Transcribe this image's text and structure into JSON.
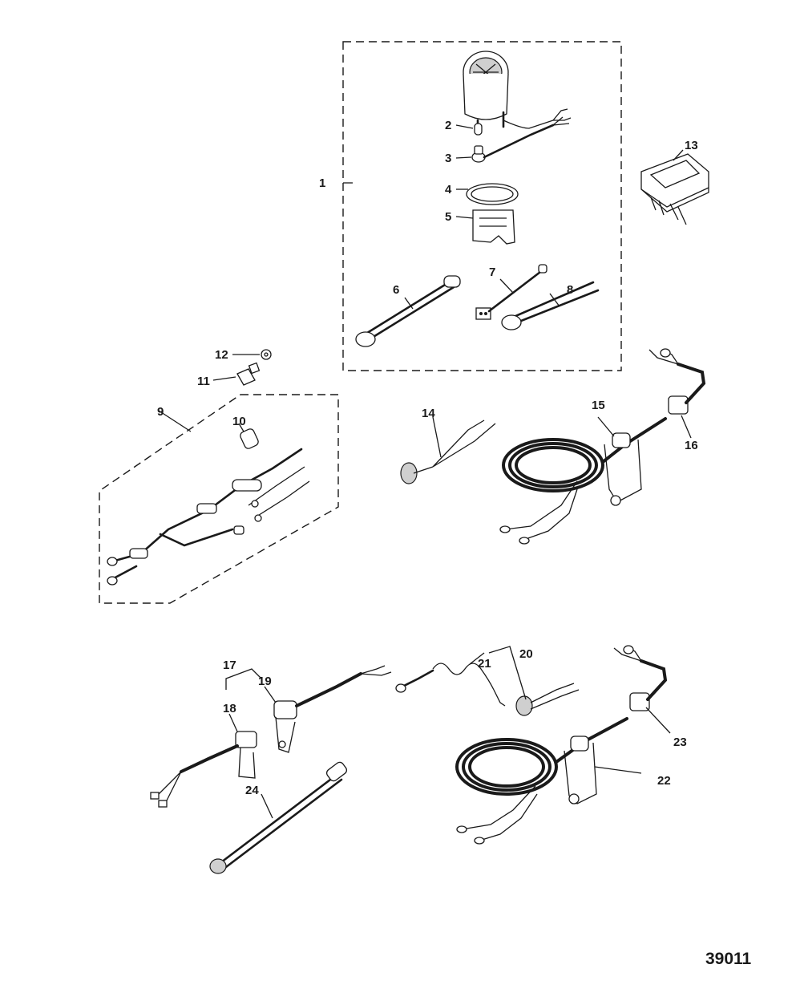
{
  "callouts": [
    "1",
    "2",
    "3",
    "4",
    "5",
    "6",
    "7",
    "8",
    "9",
    "10",
    "11",
    "12",
    "13",
    "14",
    "15",
    "16",
    "17",
    "18",
    "19",
    "20",
    "21",
    "22",
    "23",
    "24"
  ],
  "figure_id": "39011"
}
